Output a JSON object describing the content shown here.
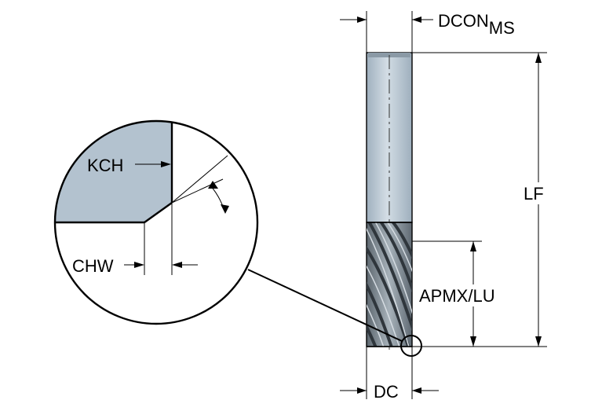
{
  "labels": {
    "dcon": "DCON",
    "dcon_sub": "MS",
    "lf": "LF",
    "apmx": "APMX/LU",
    "dc": "DC",
    "kch": "KCH",
    "chw": "CHW"
  },
  "colors": {
    "shank": "#b9c7d3",
    "flutes": "#7f8a93",
    "flute_dark": "#3a4148",
    "detail_fill": "#b3c2cf",
    "line": "#000000"
  },
  "icons": [
    "dimension-arrow",
    "detail-circle"
  ]
}
